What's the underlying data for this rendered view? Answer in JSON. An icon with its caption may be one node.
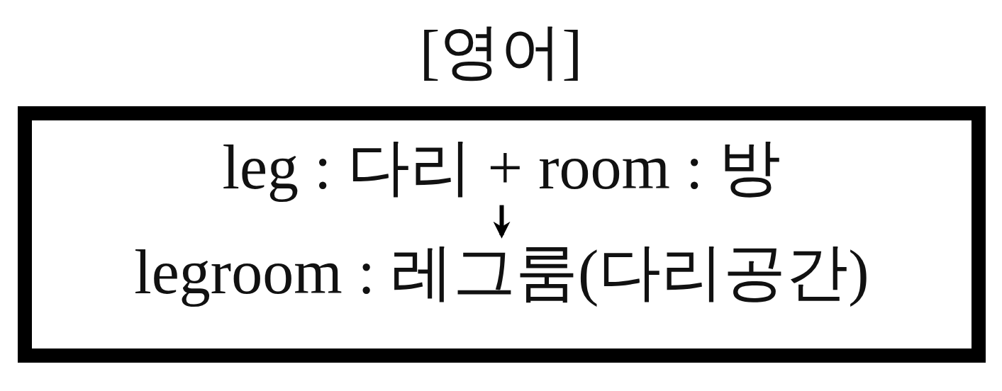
{
  "diagram": {
    "title": "[영어]",
    "nodes": [
      {
        "text": [],
        "shape": "box"
      },
      {
        "text": [
          "leg : 다리 + room : 방"
        ],
        "in": 0
      },
      {
        "text": [
          "legroom : 레그룸(다리공간)"
        ],
        "in": 0
      }
    ],
    "edges": [
      {
        "from": 1,
        "to": 2,
        "arrow": "to"
      }
    ]
  }
}
